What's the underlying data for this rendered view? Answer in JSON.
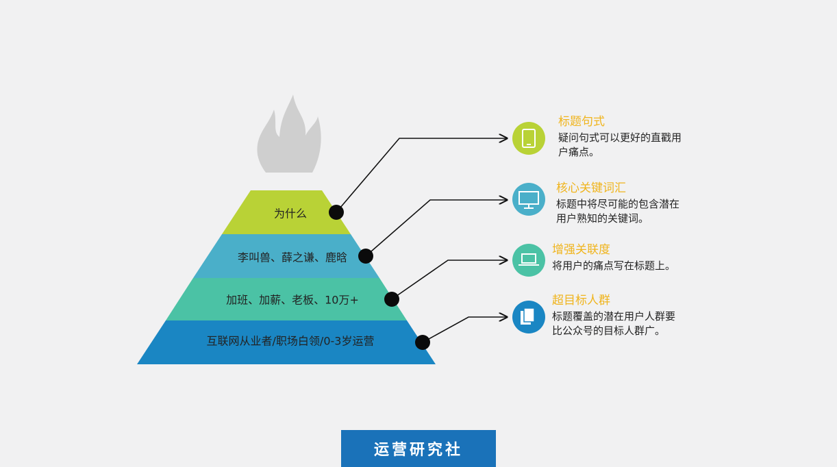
{
  "pyramid": {
    "layers": [
      {
        "label": "为什么",
        "color": "#b9d236"
      },
      {
        "label": "李叫兽、薛之谦、鹿晗",
        "color": "#4aafc9"
      },
      {
        "label": "加班、加薪、老板、10万+",
        "color": "#4bc2a5"
      },
      {
        "label": "互联网从业者/职场白领/0-3岁运营",
        "color": "#1a86c3"
      }
    ]
  },
  "panels": [
    {
      "title": "标题句式",
      "desc_lines": [
        "疑问句式可以更好的直戳用",
        "户痛点。"
      ],
      "color": "#b9d236",
      "title_color": "#f0b41c",
      "icon": "tablet-icon"
    },
    {
      "title": "核心关键词汇",
      "desc_lines": [
        "标题中将尽可能的包含潜在",
        "用户熟知的关键词。"
      ],
      "color": "#4aafc9",
      "title_color": "#f0b41c",
      "icon": "monitor-icon"
    },
    {
      "title": "增强关联度",
      "desc_lines": [
        "将用户的痛点写在标题上。"
      ],
      "color": "#4bc2a5",
      "title_color": "#f0b41c",
      "icon": "laptop-icon"
    },
    {
      "title": "超目标人群",
      "desc_lines": [
        "标题覆盖的潜在用户人群要",
        "比公众号的目标人群广。"
      ],
      "color": "#1a86c3",
      "title_color": "#f0b41c",
      "icon": "documents-icon"
    }
  ],
  "flame_icon": "flame-icon",
  "flame_color": "#cfcfcf",
  "brand": {
    "label": "运营研究社",
    "color": "#1a72b9"
  }
}
